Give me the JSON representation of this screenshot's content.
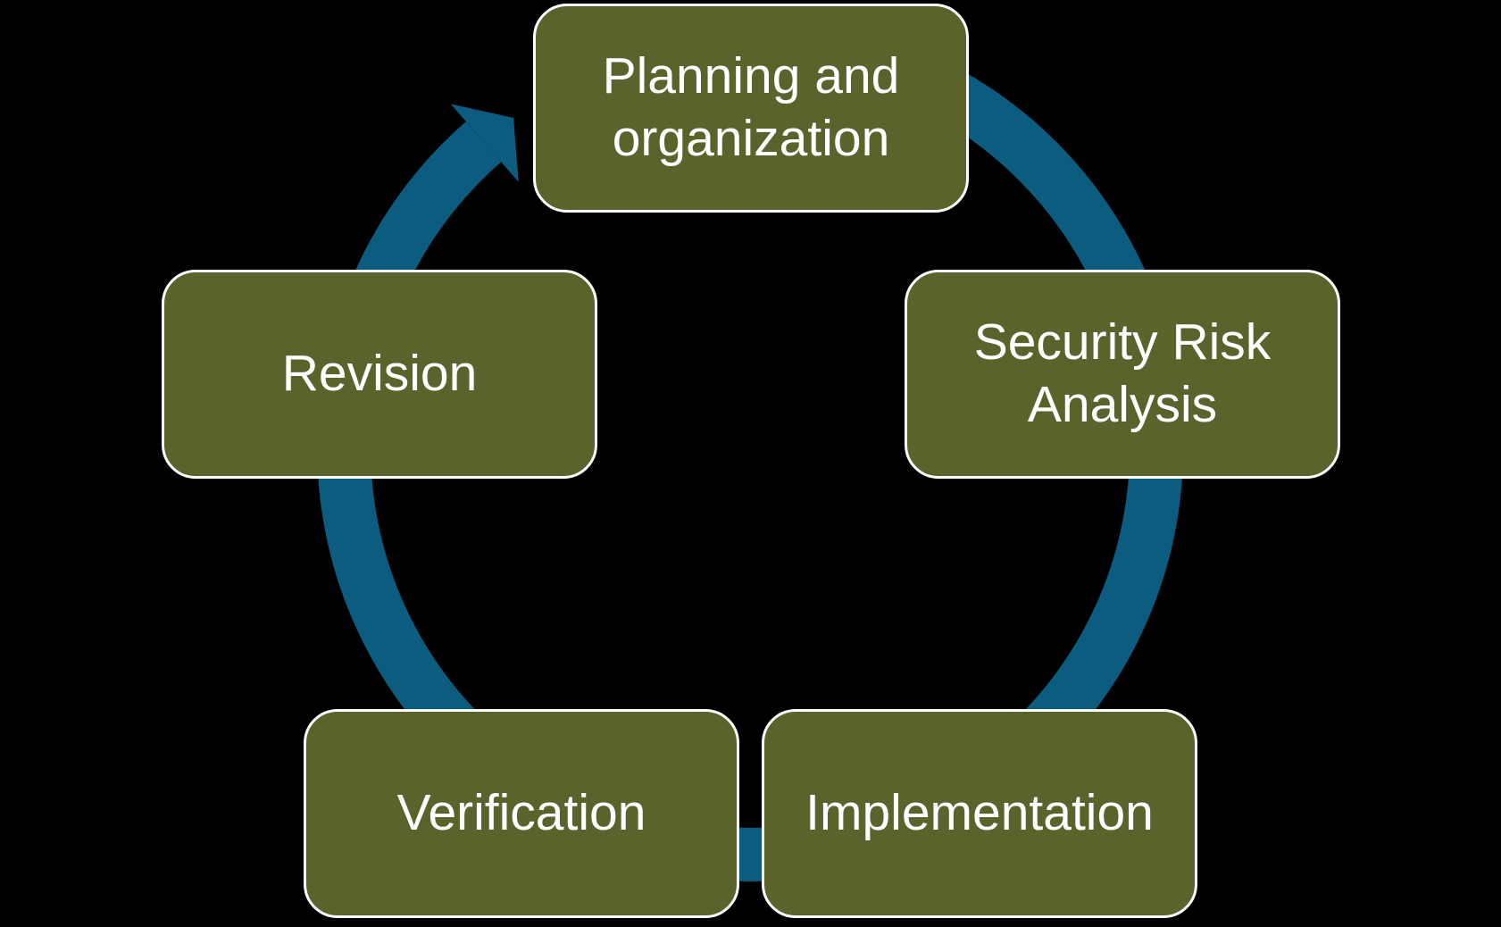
{
  "diagram": {
    "type": "cycle",
    "direction": "clockwise",
    "nodes": [
      {
        "id": "planning",
        "label": "Planning and organization",
        "position": "top"
      },
      {
        "id": "security",
        "label": "Security Risk Analysis",
        "position": "right"
      },
      {
        "id": "implementation",
        "label": "Implementation",
        "position": "bottom-right"
      },
      {
        "id": "verification",
        "label": "Verification",
        "position": "bottom-left"
      },
      {
        "id": "revision",
        "label": "Revision",
        "position": "left"
      }
    ],
    "colors": {
      "node_fill": "#5B632D",
      "node_border": "#FFFFFF",
      "node_text": "#FFFFFF",
      "arrow": "#0B5C7E",
      "background": "#000000"
    }
  }
}
